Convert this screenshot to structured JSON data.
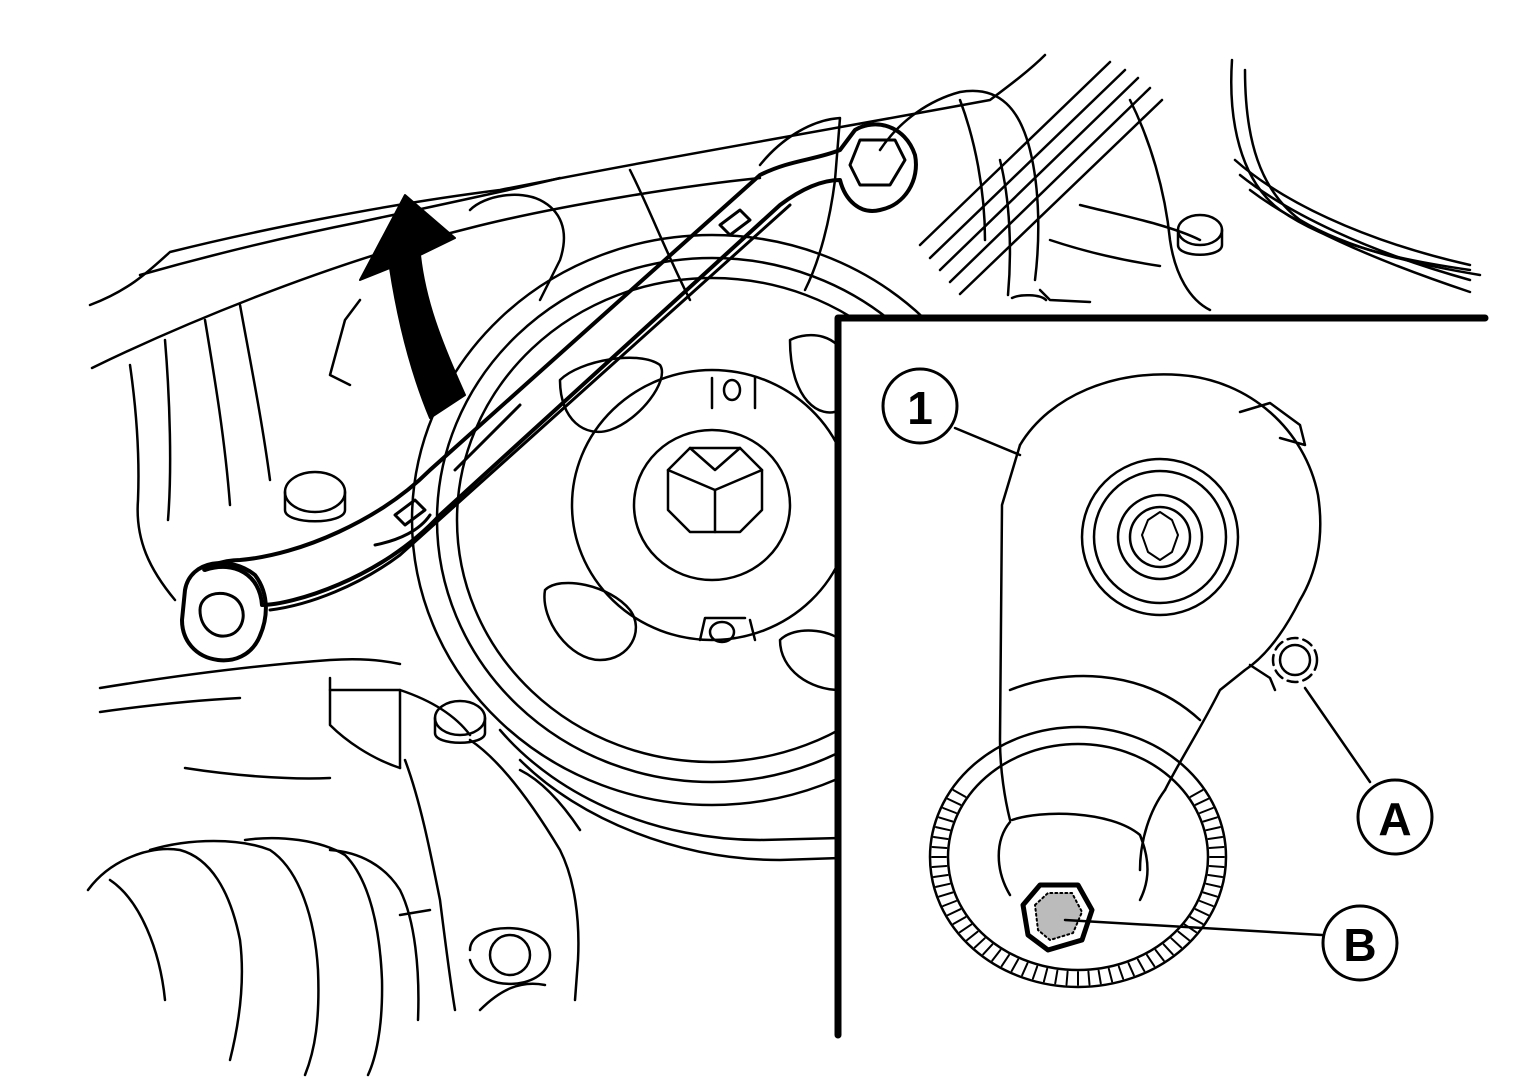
{
  "diagram": {
    "callouts": {
      "part_1": "1",
      "a": "A",
      "b": "B"
    },
    "colors": {
      "line": "#000000",
      "background": "#ffffff"
    },
    "icons": {
      "rotation_arrow": "curved-arrow-icon",
      "tool": "box-end-wrench-icon"
    }
  }
}
